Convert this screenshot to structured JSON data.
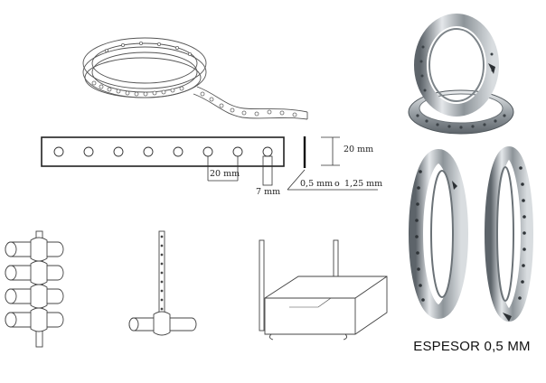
{
  "drawing": {
    "dims": {
      "height": "20 mm",
      "pitch": "20 mm",
      "hole": "7 mm",
      "thickness": "0,5 mm",
      "thickness_alt": "1,25 mm",
      "separator": "o"
    }
  },
  "caption": "ESPESOR 0,5 MM",
  "colors": {
    "line": "#333333",
    "metal_light": "#d9dde0",
    "metal_dark": "#5d646a"
  }
}
